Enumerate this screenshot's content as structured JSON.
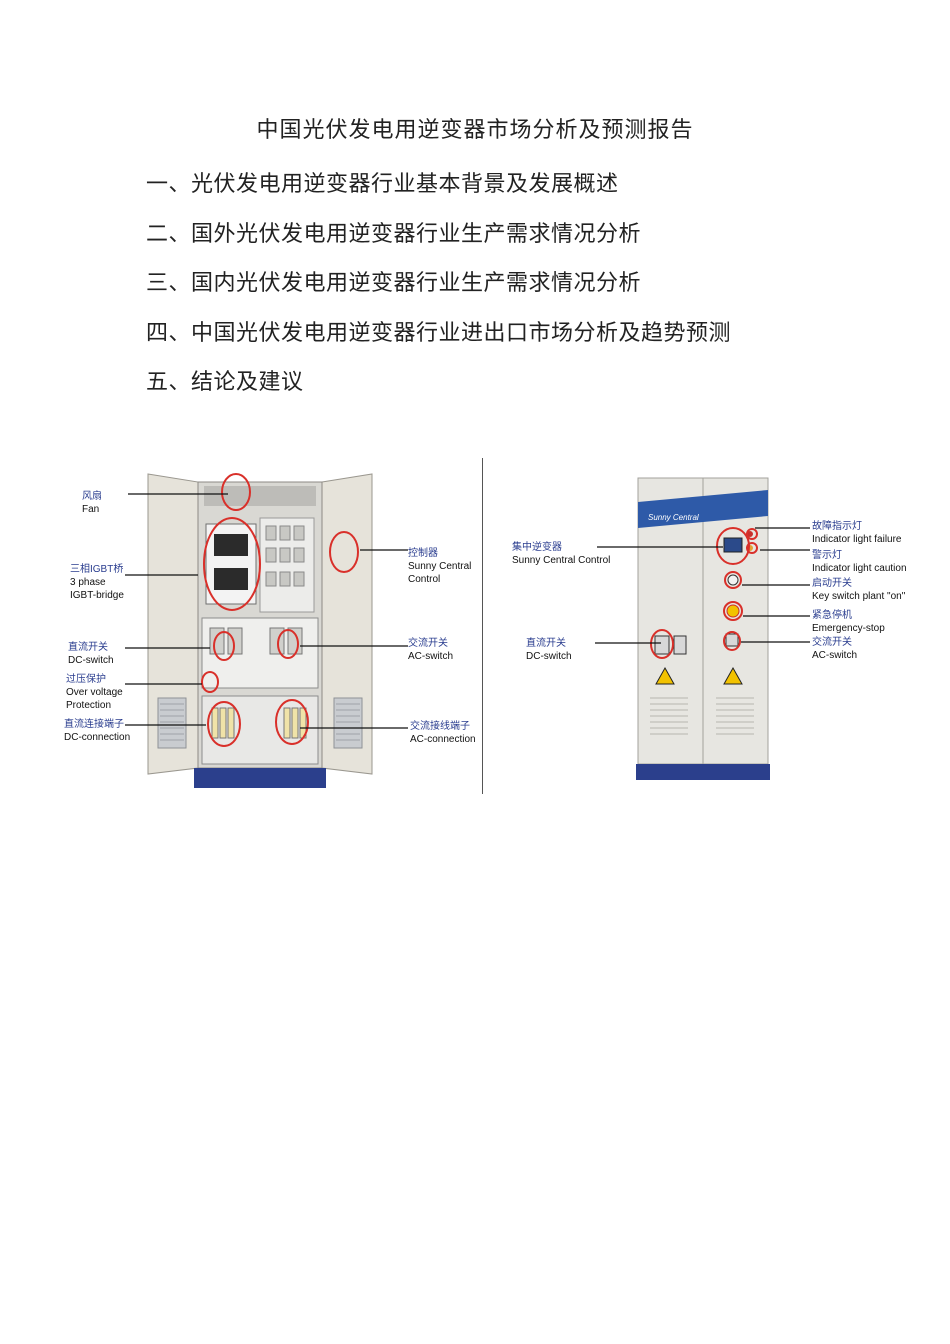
{
  "document": {
    "title": "中国光伏发电用逆变器市场分析及预测报告",
    "toc": [
      "一、光伏发电用逆变器行业基本背景及发展概述",
      "二、国外光伏发电用逆变器行业生产需求情况分析",
      "三、国内光伏发电用逆变器行业生产需求情况分析",
      "四、中国光伏发电用逆变器行业进出口市场分析及趋势预测",
      "五、结论及建议"
    ]
  },
  "figure": {
    "left_labels": {
      "fan": {
        "cn": "风扇",
        "en": "Fan"
      },
      "igbt": {
        "cn": "三相IGBT桥",
        "en1": "3 phase",
        "en2": "IGBT-bridge"
      },
      "dc_switch": {
        "cn": "直流开关",
        "en": "DC-switch"
      },
      "overvoltage": {
        "cn": "过压保护",
        "en1": "Over voltage",
        "en2": "Protection"
      },
      "dc_connection": {
        "cn": "直流连接端子",
        "en": "DC-connection"
      },
      "controller": {
        "cn": "控制器",
        "en1": "Sunny Central",
        "en2": "Control"
      },
      "ac_switch": {
        "cn": "交流开关",
        "en": "AC-switch"
      },
      "ac_connection": {
        "cn": "交流接线端子",
        "en": "AC-connection"
      }
    },
    "right_labels": {
      "central_inverter": {
        "cn": "集中逆变器",
        "en": "Sunny Central Control"
      },
      "dc_switch": {
        "cn": "直流开关",
        "en": "DC-switch"
      },
      "failure_light": {
        "cn": "故障指示灯",
        "en": "Indicator light failure"
      },
      "caution_light": {
        "cn": "警示灯",
        "en": "Indicator light caution"
      },
      "key_switch": {
        "cn": "启动开关",
        "en": "Key switch plant \"on\""
      },
      "emergency_stop": {
        "cn": "紧急停机",
        "en": "Emergency-stop"
      },
      "ac_switch": {
        "cn": "交流开关",
        "en": "AC-switch"
      }
    },
    "panel_brand": "Sunny Central",
    "colors": {
      "highlight_ring": "#d9302a",
      "cabinet": "#e4e2da",
      "base": "#2b3f8c",
      "brand_band": "#2e5aa8",
      "warning": "#f2c200"
    }
  }
}
